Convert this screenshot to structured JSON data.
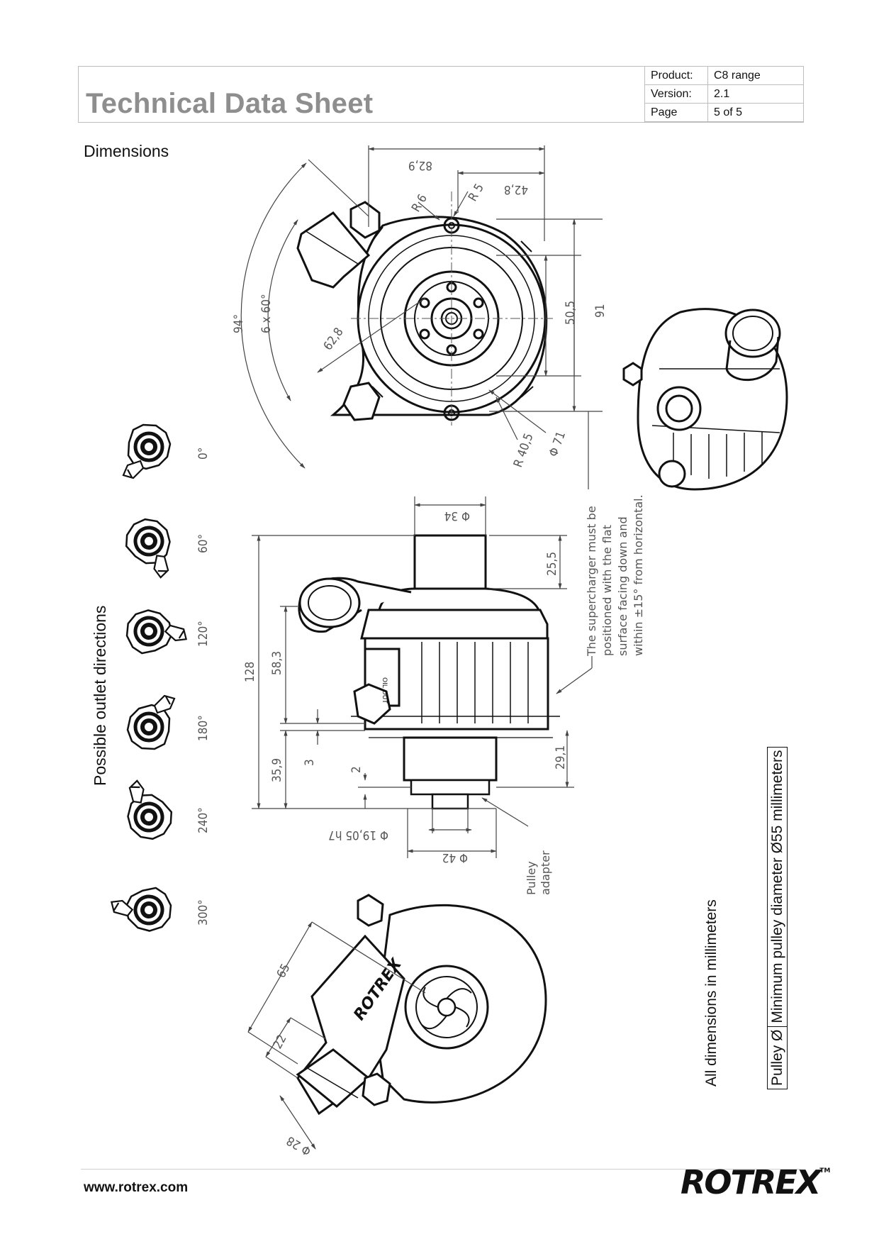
{
  "header": {
    "title": "Technical Data Sheet",
    "meta": [
      {
        "key": "Product:",
        "value": "C8 range"
      },
      {
        "key": "Version:",
        "value": "2.1"
      },
      {
        "key": "Page",
        "value": "5 of 5"
      }
    ]
  },
  "section_title": "Dimensions",
  "outlet": {
    "title": "Possible outlet directions",
    "angles": [
      "0°",
      "60°",
      "120°",
      "180°",
      "240°",
      "300°"
    ]
  },
  "top_view": {
    "d_829": "82,9",
    "d_428": "42,8",
    "r6": "R 6",
    "r5": "R 5",
    "a94": "94°",
    "a6x60": "6 x 60°",
    "d628": "62,8",
    "d505": "50,5",
    "d91": "91",
    "r405": "R 40,5",
    "phi71": "Φ 71"
  },
  "side_view": {
    "phi34": "Φ 34",
    "d255": "25,5",
    "d128": "128",
    "d583": "58,3",
    "d359": "35,9",
    "d3": "3",
    "d2": "2",
    "d291": "29,1",
    "phi1905": "Φ 19,05 h7",
    "phi42": "Φ 42",
    "pulley_adapter": [
      "Pulley",
      "adapter"
    ],
    "mount_note": [
      "The supercharger must be",
      "positioned with the flat",
      "surface facing down and",
      "within ±15° from horizontal."
    ],
    "oil_label": "OIL OUT"
  },
  "front_view": {
    "d65": "65",
    "d22": "22",
    "phi28": "Φ 28",
    "brand": "ROTREX"
  },
  "notes": {
    "all_dims": "All dimensions in millimeters",
    "pulley_label": "Pulley Ø",
    "pulley_value": "Minimum pulley diameter Ø55 millimeters"
  },
  "footer": {
    "url": "www.rotrex.com",
    "logo": "ROTREX",
    "tm": "TM"
  }
}
